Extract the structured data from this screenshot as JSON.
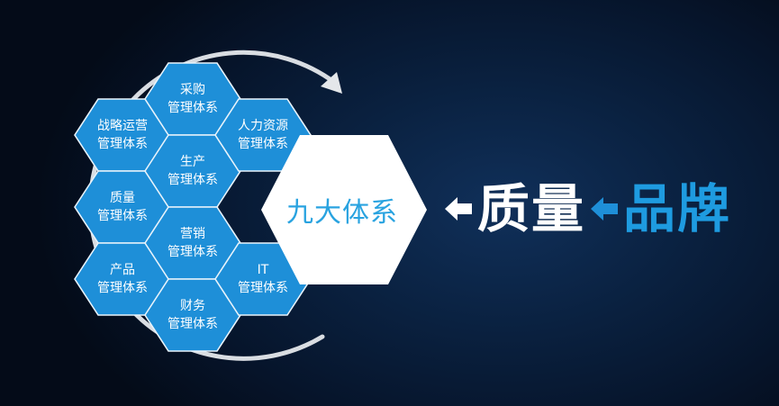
{
  "colors": {
    "background_center": "#10305a",
    "background_edge": "#040b18",
    "hex_fill": "#1e8fd8",
    "hex_border": "#e8f3fb",
    "center_hex_fill": "#ffffff",
    "center_text": "#29a3e0",
    "quality_text": "#ffffff",
    "brand_text": "#1e9be0",
    "arrow_white": "#ffffff",
    "arrow_blue": "#1e8fd8",
    "cycle_arc": "#d9dde2"
  },
  "hexagons": [
    {
      "id": "strategy",
      "line1": "战略运营",
      "line2": "管理体系"
    },
    {
      "id": "quality",
      "line1": "质量",
      "line2": "管理体系"
    },
    {
      "id": "product",
      "line1": "产品",
      "line2": "管理体系"
    },
    {
      "id": "procurement",
      "line1": "采购",
      "line2": "管理体系"
    },
    {
      "id": "production",
      "line1": "生产",
      "line2": "管理体系"
    },
    {
      "id": "marketing",
      "line1": "营销",
      "line2": "管理体系"
    },
    {
      "id": "finance",
      "line1": "财务",
      "line2": "管理体系"
    },
    {
      "id": "hr",
      "line1": "人力资源",
      "line2": "管理体系"
    },
    {
      "id": "it",
      "line1": "IT",
      "line2": "管理体系"
    }
  ],
  "center": {
    "label": "九大体系"
  },
  "flow": {
    "quality_label": "质量",
    "brand_label": "品牌",
    "arrow_icon": "left-arrow-icon"
  },
  "cycle": {
    "icon": "circular-arrow-icon"
  }
}
